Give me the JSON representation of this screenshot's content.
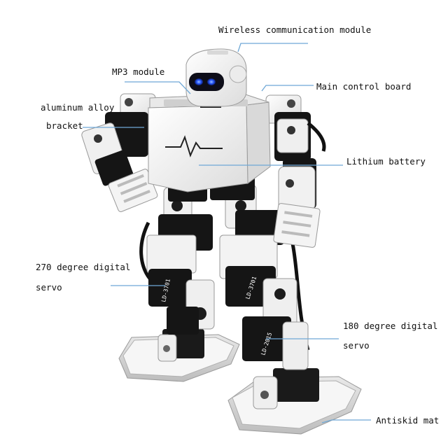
{
  "labels": {
    "wireless": "Wireless communication module",
    "mp3": "MP3 module",
    "main_board": "Main control board",
    "aluminum_line1": "aluminum alloy",
    "aluminum_line2": "bracket",
    "lithium": "Lithium battery",
    "servo270_line1": "270 degree digital",
    "servo270_line2": "servo",
    "servo180_line1": "180 degree digital",
    "servo180_line2": "servo",
    "antiskid": "Antiskid mat"
  },
  "servo_markings": {
    "left_thigh": "LD-3701",
    "right_thigh": "LD-3701",
    "right_shin": "LD-2015"
  },
  "colors": {
    "leader_line": "#6fa8d6",
    "robot_white": "#f2f2f2",
    "robot_black": "#151515",
    "eye_blue": "#2a5cff"
  },
  "icons": {
    "chest": "heartbeat-pulse-icon"
  }
}
